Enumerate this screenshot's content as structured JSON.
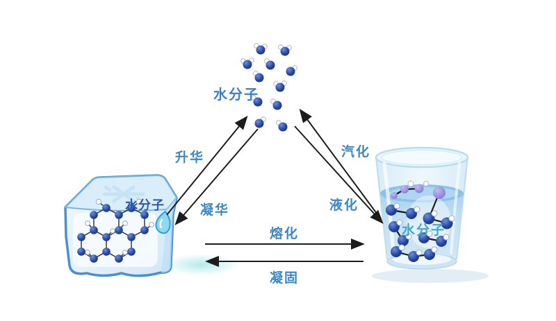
{
  "figure": {
    "description": "Water phase-change diagram (ice, liquid water, water vapor)",
    "state_labels": {
      "vapor": "水分子",
      "ice": "水分子",
      "liquid": "水分子"
    },
    "transitions": {
      "sublimation": "升华",
      "deposition": "凝华",
      "vaporization": "汽化",
      "liquefaction": "液化",
      "melting": "熔化",
      "freezing": "凝固"
    },
    "colors": {
      "transition_label": "#3d86c8",
      "vapor_label": "#3d7fc8",
      "ice_label": "#2a5aa8",
      "liquid_label": "#3fa8d0",
      "arrow": "#1c1c1c",
      "molecule_navy": "#1e3f97",
      "molecule_purple": "#8f86dc",
      "ice_outline": "#4a90d0",
      "glass_water": "#a9d2ee"
    }
  }
}
